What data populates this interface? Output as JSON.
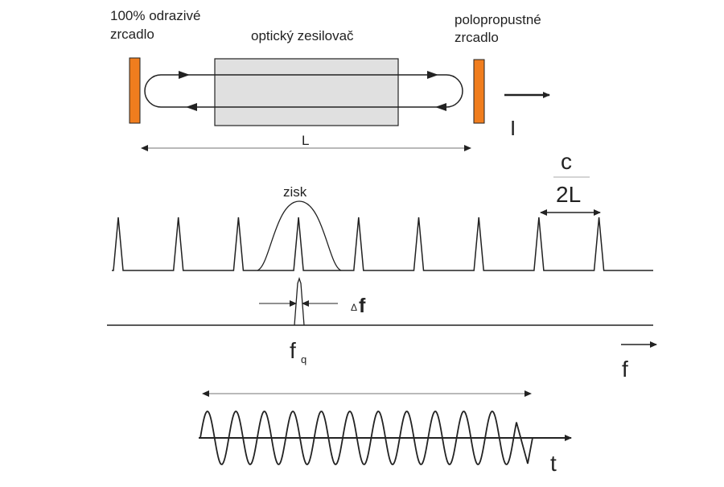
{
  "labels": {
    "left_mirror": [
      "100% odrazivé",
      "zrcadlo"
    ],
    "amplifier": "optický zesilovač",
    "right_mirror": [
      "polopropustné",
      "zrcadlo"
    ],
    "output_intensity": "I",
    "cavity_length": "L",
    "gain": "zisk",
    "spacing_numerator": "c",
    "spacing_denominator": "2L",
    "linewidth_delta": "Δ",
    "linewidth_f": "f",
    "fq_main": "f",
    "fq_sub": "q",
    "freq_axis": "f",
    "time_axis": "t"
  },
  "colors": {
    "mirror": "#f07d1e",
    "amplifier_fill": "#e0e0e0",
    "line": "#222222"
  },
  "mode_comb": {
    "mode_count": 9
  }
}
